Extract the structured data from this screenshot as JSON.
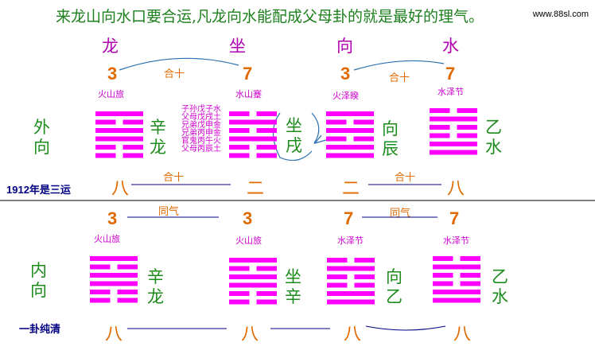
{
  "title": "来龙山向水口要合运,凡龙向水能配成父母卦的就是最好的理气。",
  "site": "www.88sl.com",
  "top": {
    "headers": [
      "龙",
      "坐",
      "向",
      "水"
    ],
    "numbers": [
      "3",
      "7",
      "3",
      "7"
    ],
    "he_left": "合十",
    "he_right": "合十",
    "gua_names": [
      "火山旅",
      "水山蹇",
      "火泽睽",
      "水泽节"
    ],
    "six_lines": [
      "子孙戊子水",
      "父母戊戌土",
      "兄弟戊申金",
      "兄弟丙申金",
      "官鬼丙午火",
      "父母丙辰土"
    ],
    "left_label": "外向",
    "label_xinlong": "辛龙",
    "label_zuoxu": "坐戌",
    "label_xiangchen": "向辰",
    "label_yishui": "乙水",
    "bottom_numbers": [
      "八",
      "二",
      "二",
      "八"
    ],
    "he_bottom_left": "合十",
    "he_bottom_right": "合十",
    "yun": "1912年是三运"
  },
  "bottom": {
    "numbers": [
      "3",
      "3",
      "7",
      "7"
    ],
    "tongqi_left": "同气",
    "tongqi_right": "同气",
    "gua_names": [
      "火山旅",
      "火山旅",
      "水泽节",
      "水泽节"
    ],
    "left_label": "内向",
    "label_xinlong": "辛龙",
    "label_zuoxin": "坐辛",
    "label_xiangyi": "向乙",
    "label_yishui": "乙水",
    "bottom_numbers": [
      "八",
      "八",
      "八",
      "八"
    ],
    "yun": "一卦纯清"
  },
  "hexagrams": {
    "火山旅": [
      1,
      0,
      1,
      1,
      0,
      0
    ],
    "水山蹇": [
      0,
      1,
      0,
      1,
      0,
      0
    ],
    "火泽睽": [
      1,
      0,
      1,
      0,
      1,
      1
    ],
    "水泽节": [
      0,
      1,
      0,
      0,
      1,
      1
    ]
  },
  "colors": {
    "title": "#1d7f1d",
    "header": "#b000b0",
    "number": "#e06a00",
    "gua": "#ff00ff",
    "label": "#1d8c1d",
    "yun": "#000080",
    "line": "#000080",
    "arc": "#2a6fb0"
  }
}
